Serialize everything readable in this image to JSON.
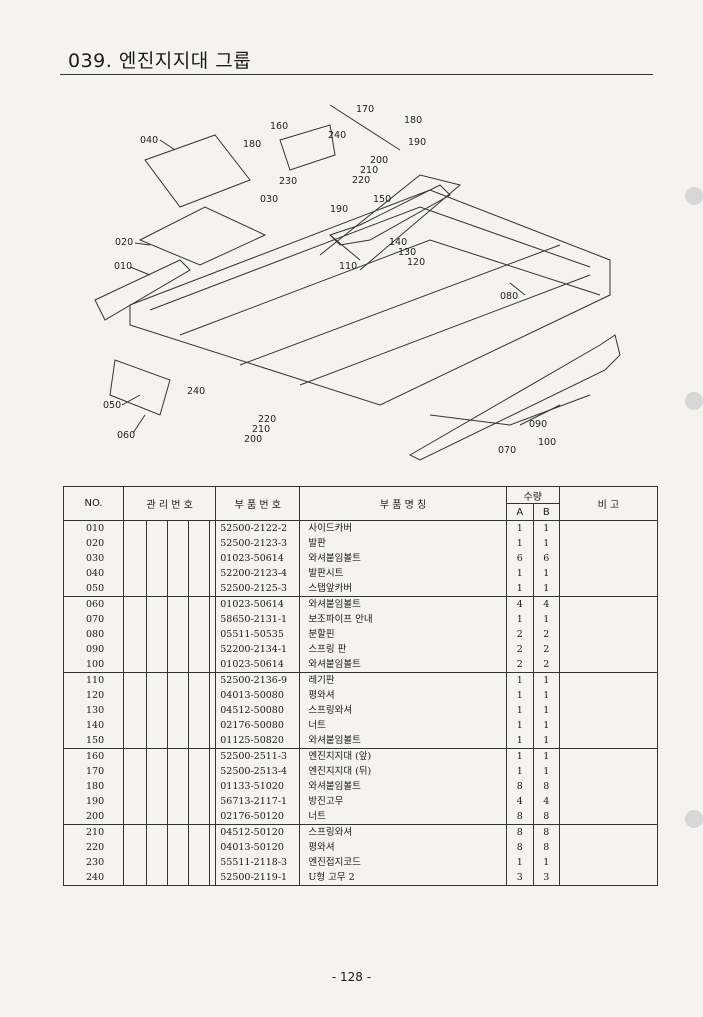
{
  "title": "039. 엔진지지대 그룹",
  "diagram": {
    "callouts": [
      "040",
      "180",
      "160",
      "170",
      "180",
      "240",
      "190",
      "200",
      "210",
      "220",
      "230",
      "030",
      "190",
      "150",
      "020",
      "010",
      "140",
      "130",
      "120",
      "110",
      "080",
      "050",
      "240",
      "060",
      "220",
      "210",
      "200",
      "090",
      "100",
      "070"
    ]
  },
  "table": {
    "headers": {
      "no": "NO.",
      "mgmt": "관 리 번 호",
      "part_no": "부 품 번 호",
      "part_name": "부   품   명   칭",
      "qty": "수량",
      "qty_a": "A",
      "qty_b": "B",
      "note": "비   고"
    },
    "groups": [
      {
        "no": [
          "010",
          "020",
          "030",
          "040",
          "050"
        ],
        "part_no": [
          "52500-2122-2",
          "52500-2123-3",
          "01023-50614",
          "52200-2123-4",
          "52500-2125-3"
        ],
        "name": [
          "사이드카버",
          "발판",
          "와셔붙임볼트",
          "발판시트",
          "스탭앞카버"
        ],
        "a": [
          "1",
          "1",
          "6",
          "1",
          "1"
        ],
        "b": [
          "1",
          "1",
          "6",
          "1",
          "1"
        ]
      },
      {
        "no": [
          "060",
          "070",
          "080",
          "090",
          "100"
        ],
        "part_no": [
          "01023-50614",
          "58650-2131-1",
          "05511-50535",
          "52200-2134-1",
          "01023-50614"
        ],
        "name": [
          "와셔붙임볼트",
          "보조파이프 안내",
          "분할핀",
          "스프링 판",
          "와셔붙임볼트"
        ],
        "a": [
          "4",
          "1",
          "2",
          "2",
          "2"
        ],
        "b": [
          "4",
          "1",
          "2",
          "2",
          "2"
        ]
      },
      {
        "no": [
          "110",
          "120",
          "130",
          "140",
          "150"
        ],
        "part_no": [
          "52500-2136-9",
          "04013-50080",
          "04512-50080",
          "02176-50080",
          "01125-50820"
        ],
        "name": [
          "레기판",
          "평와셔",
          "스프링와셔",
          "너트",
          "와셔붙임볼트"
        ],
        "a": [
          "1",
          "1",
          "1",
          "1",
          "1"
        ],
        "b": [
          "1",
          "1",
          "1",
          "1",
          "1"
        ]
      },
      {
        "no": [
          "160",
          "170",
          "180",
          "190",
          "200"
        ],
        "part_no": [
          "52500-2511-3",
          "52500-2513-4",
          "01133-51020",
          "56713-2117-1",
          "02176-50120"
        ],
        "name": [
          "엔진지지대 (앞)",
          "엔진지지대 (뒤)",
          "와셔붙임볼트",
          "방진고무",
          "너트"
        ],
        "a": [
          "1",
          "1",
          "8",
          "4",
          "8"
        ],
        "b": [
          "1",
          "1",
          "8",
          "4",
          "8"
        ]
      },
      {
        "no": [
          "210",
          "220",
          "230",
          "240"
        ],
        "part_no": [
          "04512-50120",
          "04013-50120",
          "55511-2118-3",
          "52500-2119-1"
        ],
        "name": [
          "스프링와셔",
          "평와셔",
          "엔진접지코드",
          "U형 고무 2"
        ],
        "a": [
          "8",
          "8",
          "1",
          "3"
        ],
        "b": [
          "8",
          "8",
          "1",
          "3"
        ]
      }
    ]
  },
  "page_number": "- 128 -"
}
